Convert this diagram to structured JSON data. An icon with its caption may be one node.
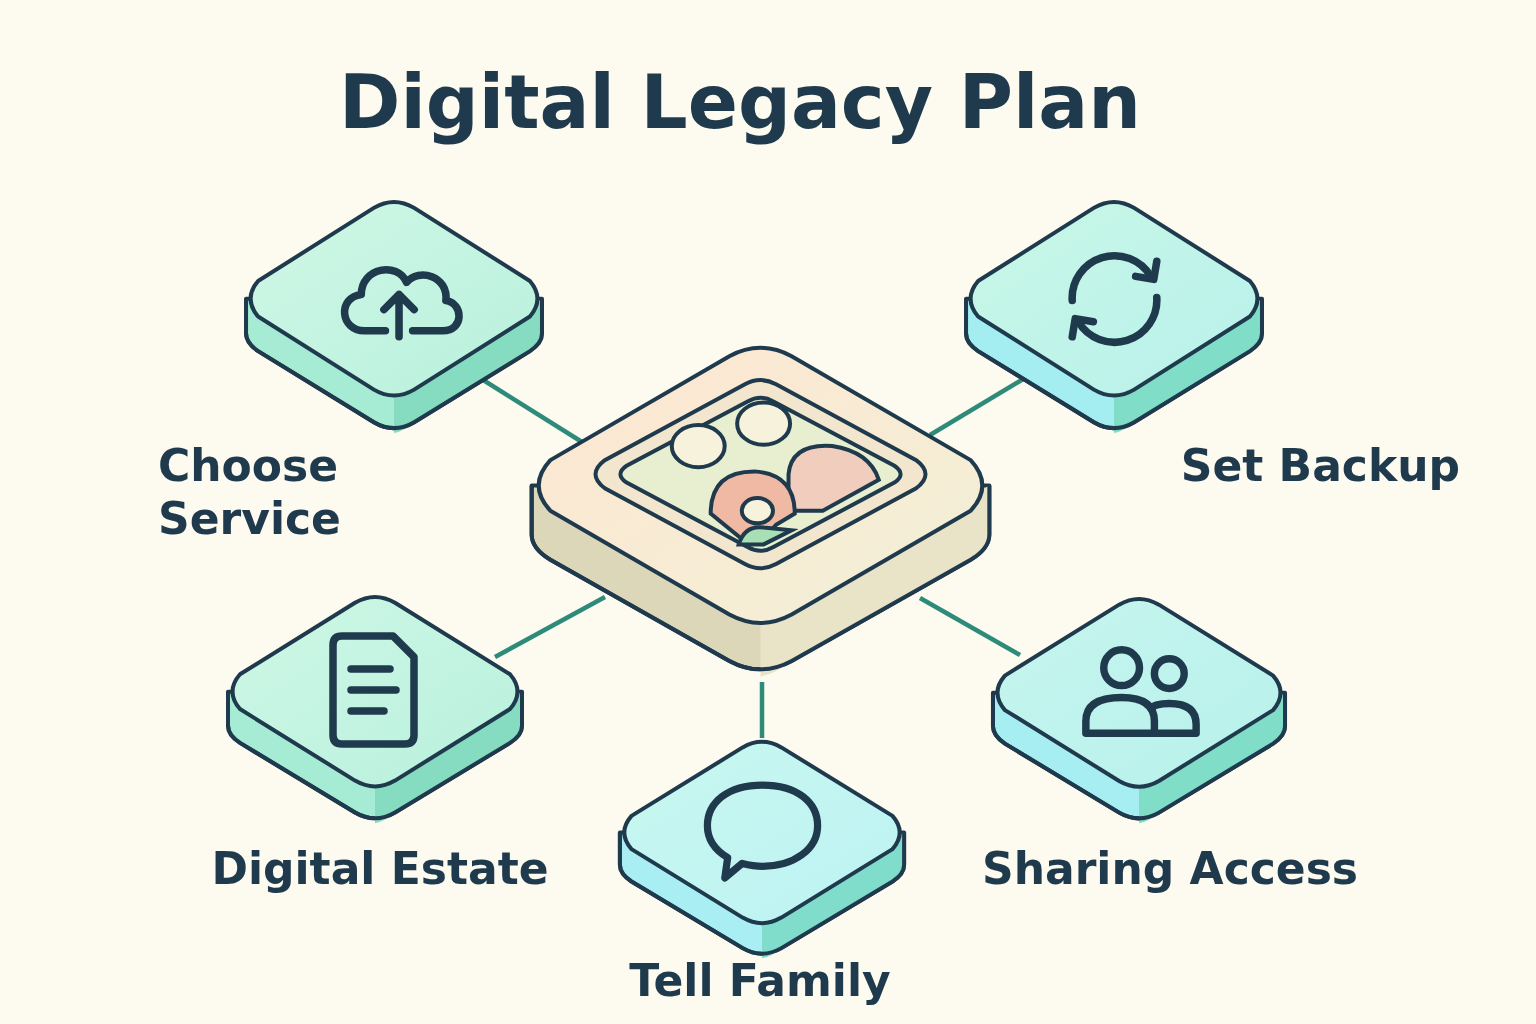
{
  "diagram": {
    "title": "Digital Legacy Plan",
    "nodes": [
      {
        "text": [],
        "shape": "box",
        "beside": [
          "Choose Service"
        ]
      },
      {
        "text": [],
        "shape": "box",
        "beside": [
          "Set Backup"
        ]
      },
      {
        "text": [],
        "shape": "picture"
      },
      {
        "text": [],
        "shape": "box",
        "beside": [
          "Digital Estate"
        ]
      },
      {
        "text": [],
        "shape": "box",
        "beside": [
          "Sharing Access"
        ]
      },
      {
        "text": [],
        "shape": "box",
        "beside": [
          "Tell Family"
        ]
      }
    ],
    "edges": [
      {
        "from": 2,
        "to": 0,
        "arrow": "none",
        "color": "#2e8b7a"
      },
      {
        "from": 2,
        "to": 1,
        "arrow": "none",
        "color": "#2e8b7a"
      },
      {
        "from": 2,
        "to": 3,
        "arrow": "none",
        "color": "#2e8b7a"
      },
      {
        "from": 2,
        "to": 4,
        "arrow": "none",
        "color": "#2e8b7a"
      },
      {
        "from": 2,
        "to": 5,
        "arrow": "none",
        "color": "#2e8b7a"
      }
    ]
  }
}
